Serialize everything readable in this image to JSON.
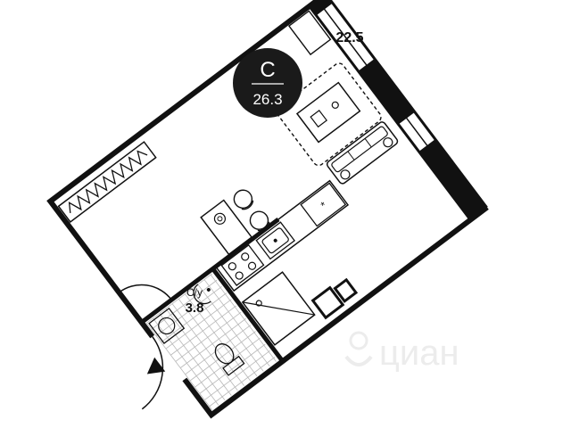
{
  "floor_plan": {
    "apartment_type": "С",
    "total_area": "26.3",
    "rooms": [
      {
        "id": "living",
        "area": "22.5"
      },
      {
        "id": "bathroom",
        "label": "С/у",
        "area": "3.8"
      }
    ],
    "watermark": "циан",
    "colors": {
      "wall": "#111111",
      "badge": "#1a1a1a",
      "badge_text": "#ffffff",
      "line": "#1a1a1a",
      "tile": "#b8b8b8",
      "watermark": "#ececec"
    }
  }
}
